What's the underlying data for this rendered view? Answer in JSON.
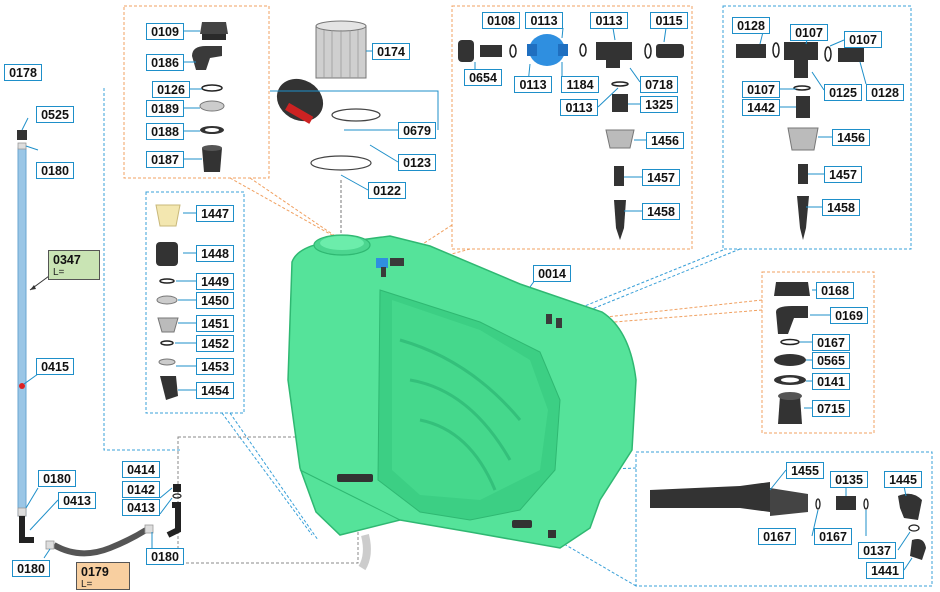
{
  "colors": {
    "tank": "#55e39a",
    "tank_dark": "#2fb872",
    "label_border": "#1e8fc9",
    "orange_box": "#f0a060",
    "blue_box": "#3aa0d8",
    "note_green": "#c9e4b4",
    "note_orange": "#f8cfa0",
    "part_dark": "#3a3a3a",
    "part_blue": "#2f8fe0",
    "part_red": "#d22"
  },
  "icons": [
    "tank-icon",
    "filter-basket-icon",
    "lid-icon",
    "valve-icon",
    "elbow-icon",
    "nut-icon",
    "hose-icon",
    "gasket-icon"
  ],
  "labels": {
    "p0109": "0109",
    "p0186": "0186",
    "p0126": "0126",
    "p0189": "0189",
    "p0188": "0188",
    "p0187": "0187",
    "p0174": "0174",
    "p0679": "0679",
    "p0123": "0123",
    "p0122": "0122",
    "p0108": "0108",
    "p0113a": "0113",
    "p0113b": "0113",
    "p0115": "0115",
    "p0654": "0654",
    "p0113c": "0113",
    "p1184": "1184",
    "p0718": "0718",
    "p0113d": "0113",
    "p1325": "1325",
    "p1456a": "1456",
    "p1457a": "1457",
    "p1458a": "1458",
    "p0128a": "0128",
    "p0107a": "0107",
    "p0107b": "0107",
    "p0107c": "0107",
    "p0125": "0125",
    "p0128b": "0128",
    "p1442": "1442",
    "p1456b": "1456",
    "p1457b": "1457",
    "p1458b": "1458",
    "p0178": "0178",
    "p0525": "0525",
    "p0180a": "0180",
    "p0415": "0415",
    "p0180b": "0180",
    "p0413a": "0413",
    "p0180c": "0180",
    "p0414": "0414",
    "p0142": "0142",
    "p0413b": "0413",
    "p0180d": "0180",
    "p1447": "1447",
    "p1448": "1448",
    "p1449": "1449",
    "p1450": "1450",
    "p1451": "1451",
    "p1452": "1452",
    "p1453": "1453",
    "p1454": "1454",
    "p0014": "0014",
    "p0168": "0168",
    "p0169": "0169",
    "p0167a": "0167",
    "p0565": "0565",
    "p0141": "0141",
    "p0715": "0715",
    "p1455": "1455",
    "p0135": "0135",
    "p1445": "1445",
    "p0167b": "0167",
    "p0167c": "0167",
    "p0137": "0137",
    "p1441": "1441"
  },
  "notes": {
    "n0347_code": "0347",
    "n0347_len": "L=",
    "n0179_code": "0179",
    "n0179_len": "L="
  }
}
